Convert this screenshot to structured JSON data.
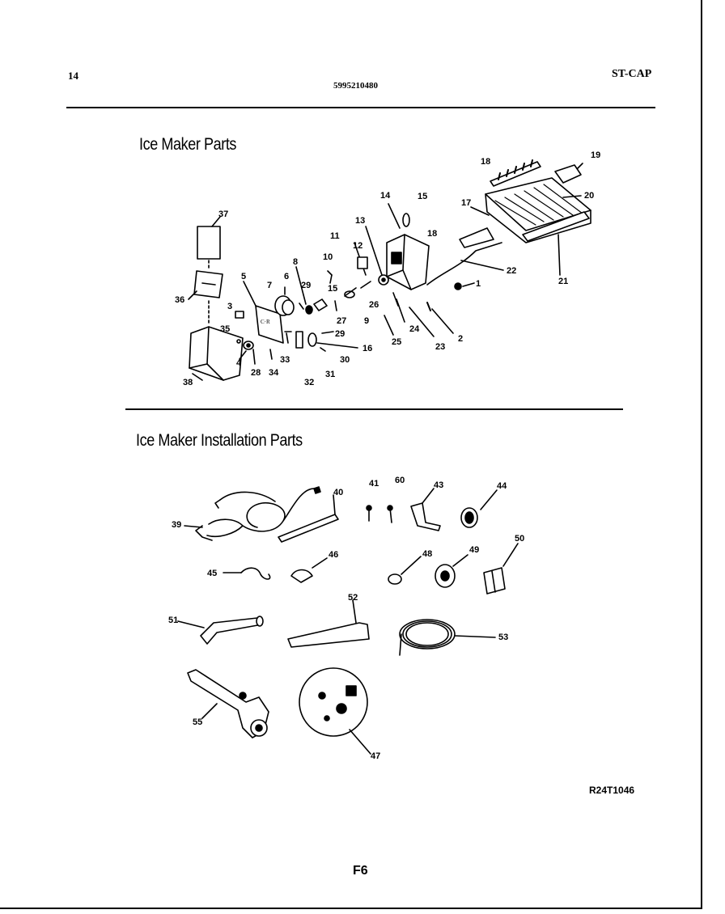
{
  "header": {
    "page_left": "14",
    "model_number": "5995210480",
    "page_right": "ST-CAP"
  },
  "sections": {
    "ice_maker_parts": "Ice Maker Parts",
    "installation_parts": "Ice Maker Installation Parts"
  },
  "callouts_top": [
    "37",
    "36",
    "38",
    "3",
    "35",
    "4",
    "28",
    "5",
    "7",
    "6",
    "8",
    "29",
    "34",
    "33",
    "10",
    "15",
    "9",
    "27",
    "29",
    "32",
    "31",
    "30",
    "16",
    "11",
    "12",
    "13",
    "26",
    "14",
    "15",
    "18",
    "24",
    "25",
    "23",
    "2",
    "1",
    "22",
    "21",
    "17",
    "19",
    "20",
    "18"
  ],
  "callouts_bottom": [
    "39",
    "40",
    "41",
    "60",
    "43",
    "44",
    "45",
    "46",
    "48",
    "49",
    "50",
    "51",
    "52",
    "53",
    "55",
    "47"
  ],
  "footer": {
    "reference": "R24T1046",
    "page_code": "F6"
  }
}
